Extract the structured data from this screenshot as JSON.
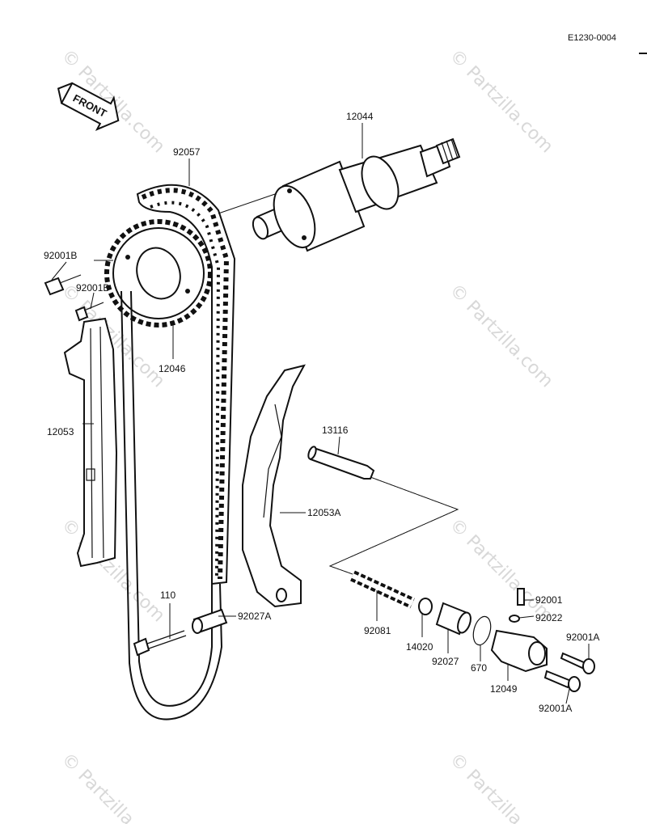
{
  "diagram_code": "E1230-0004",
  "front_marker": "FRONT",
  "watermark": "© Partzilla.com",
  "parts": {
    "camshaft": "12044",
    "chain": "92057",
    "sprocket": "12046",
    "bolt_b_left": "92001B",
    "bolt_b_guide": "92001B",
    "chain_guide": "12053",
    "tensioner_guide": "12053A",
    "pin": "13116",
    "bolt_110": "110",
    "collar": "92027A",
    "spring": "92081",
    "cap_14020": "14020",
    "sleeve_92027": "92027",
    "oring_670": "670",
    "tensioner_body": "12049",
    "bolt_92001": "92001",
    "washer_92022": "92022",
    "bolt_a_top": "92001A",
    "bolt_a_bottom": "92001A"
  }
}
